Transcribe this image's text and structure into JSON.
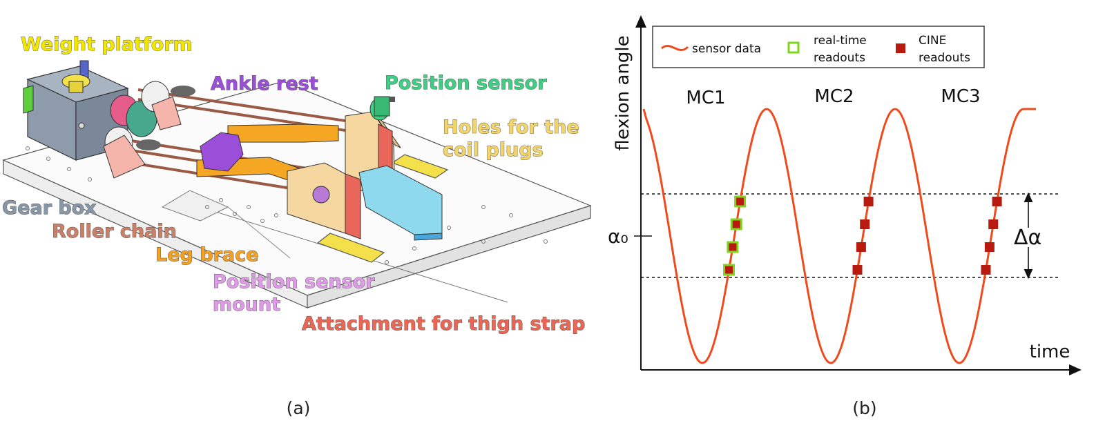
{
  "panel_a": {
    "caption": "(a)",
    "labels": [
      {
        "key": "weight_platform",
        "text": "Weight platform",
        "color": "#f2e600"
      },
      {
        "key": "ankle_rest",
        "text": "Ankle rest",
        "color": "#9b4fd8"
      },
      {
        "key": "position_sensor",
        "text": "Position sensor",
        "color": "#3fce83"
      },
      {
        "key": "holes_line1",
        "text": "Holes for the",
        "color": "#f3d468"
      },
      {
        "key": "holes_line2",
        "text": "coil plugs",
        "color": "#f3d468"
      },
      {
        "key": "gear_box",
        "text": "Gear box",
        "color": "#8797a8"
      },
      {
        "key": "roller_chain",
        "text": "Roller chain",
        "color": "#c98068"
      },
      {
        "key": "leg_brace",
        "text": "Leg brace",
        "color": "#f4a020"
      },
      {
        "key": "sensor_mount_line1",
        "text": "Position sensor",
        "color": "#df9ae8"
      },
      {
        "key": "sensor_mount_line2",
        "text": "mount",
        "color": "#df9ae8"
      },
      {
        "key": "thigh_strap",
        "text": "Attachment for thigh strap",
        "color": "#ec6655"
      }
    ]
  },
  "panel_b": {
    "caption": "(b)",
    "ylabel": "flexion angle",
    "xlabel": "time",
    "alpha0": "α₀",
    "delta_alpha": "Δα",
    "cycle_labels": [
      "MC1",
      "MC2",
      "MC3"
    ],
    "legend": {
      "sensor_data": "sensor data",
      "realtime_line1": "real-time",
      "realtime_line2": "readouts",
      "cine_line1": "CINE",
      "cine_line2": "readouts"
    },
    "colors": {
      "sensor": "#f04a1c",
      "realtime_edge": "#7fd61e",
      "cine": "#b81a10"
    }
  },
  "chart_data": {
    "type": "line",
    "xlabel": "time",
    "ylabel": "flexion angle",
    "series": [
      {
        "name": "sensor data",
        "shape": "sinusoid",
        "cycles": 3
      },
      {
        "name": "real-time readouts",
        "cycle": "MC1",
        "points_per_cycle": 4
      },
      {
        "name": "CINE readouts",
        "cycles": [
          "MC1",
          "MC2",
          "MC3"
        ],
        "points_per_cycle": 4
      }
    ],
    "annotations": [
      "α₀",
      "Δα",
      "MC1",
      "MC2",
      "MC3"
    ],
    "grid": false,
    "legend": "top"
  }
}
